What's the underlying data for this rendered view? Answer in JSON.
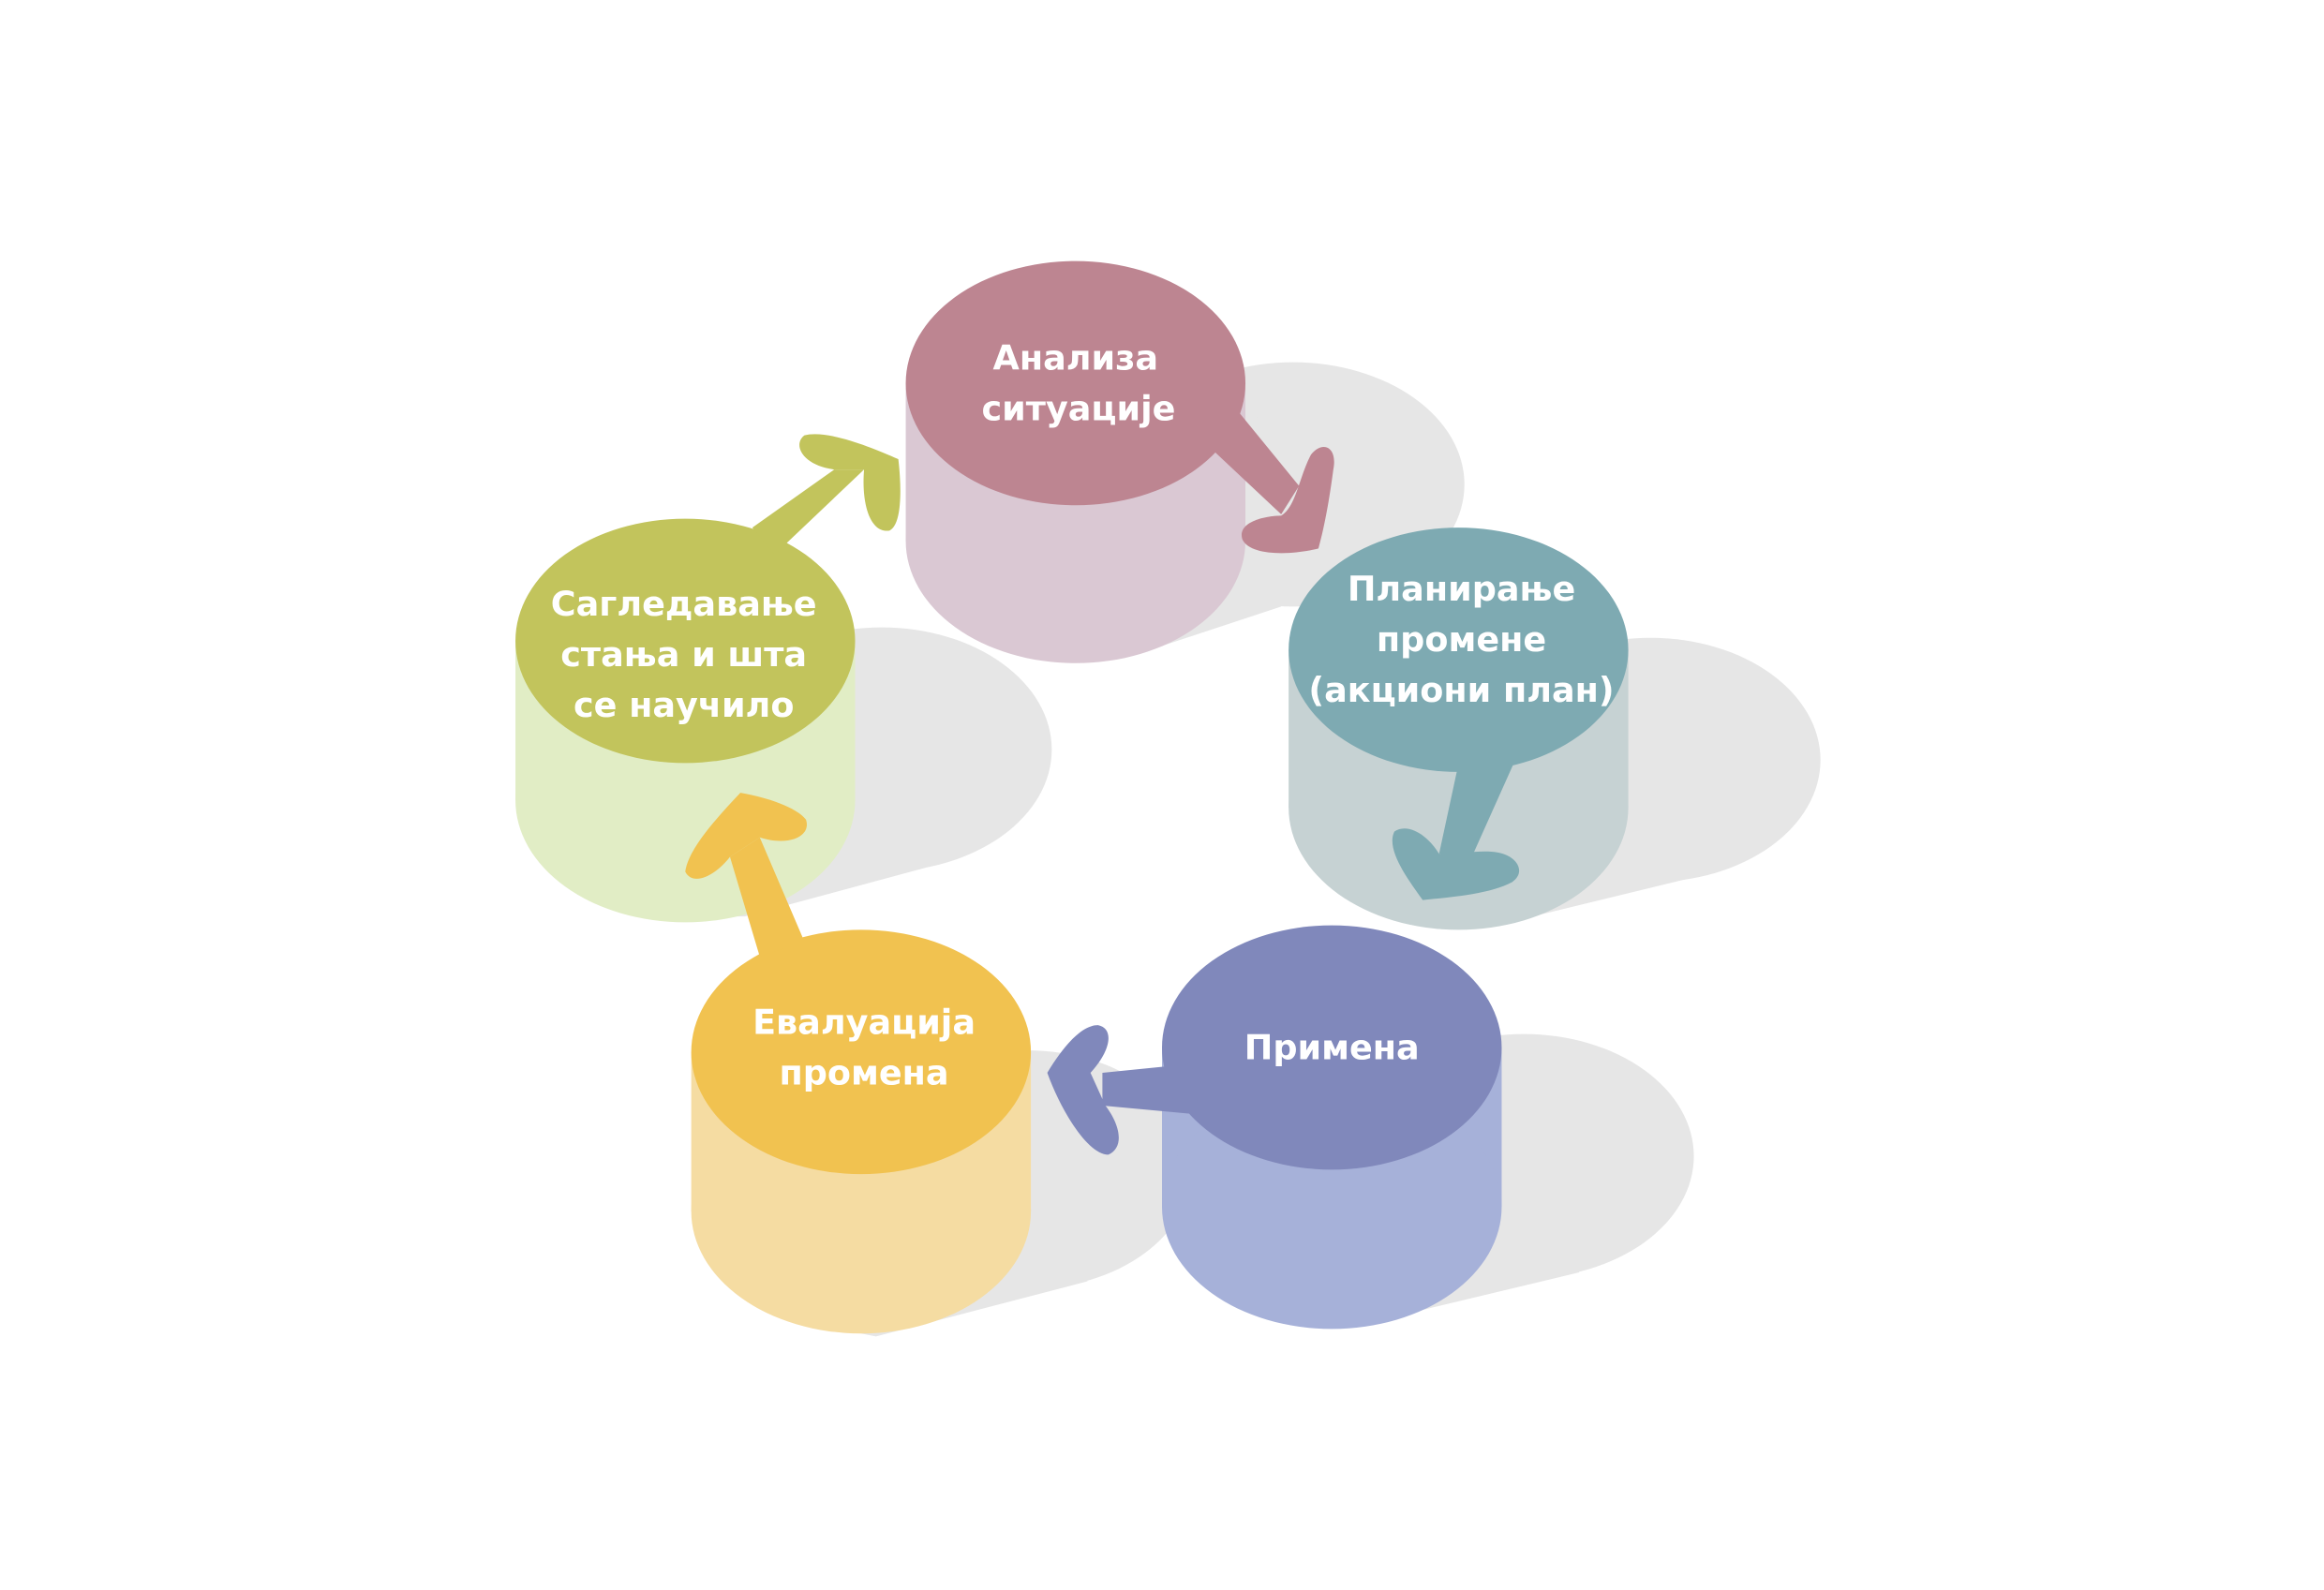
{
  "diagram": {
    "type": "cycle",
    "colors": {
      "shadow": "#e6e6e6",
      "analysis_top": "#bd8591",
      "analysis_body": "#dac8d3",
      "planning_top": "#7eaab2",
      "planning_body": "#c6d2d3",
      "implementation_top": "#8088bb",
      "implementation_body": "#a6b1d9",
      "evaluation_top": "#f1c250",
      "evaluation_body": "#f5dca2",
      "review_top": "#c2c45c",
      "review_body": "#e1edc5"
    },
    "steps": [
      {
        "id": "analysis",
        "lines": [
          "Анализа",
          "ситуације"
        ]
      },
      {
        "id": "planning",
        "lines": [
          "Планирање",
          "промене",
          "(акциони план)"
        ]
      },
      {
        "id": "implementation",
        "lines": [
          "Примена"
        ]
      },
      {
        "id": "evaluation",
        "lines": [
          "Евалуација",
          "промена"
        ]
      },
      {
        "id": "review",
        "lines": [
          "Сагледавање",
          "стања и шта",
          "се научило"
        ]
      }
    ]
  }
}
